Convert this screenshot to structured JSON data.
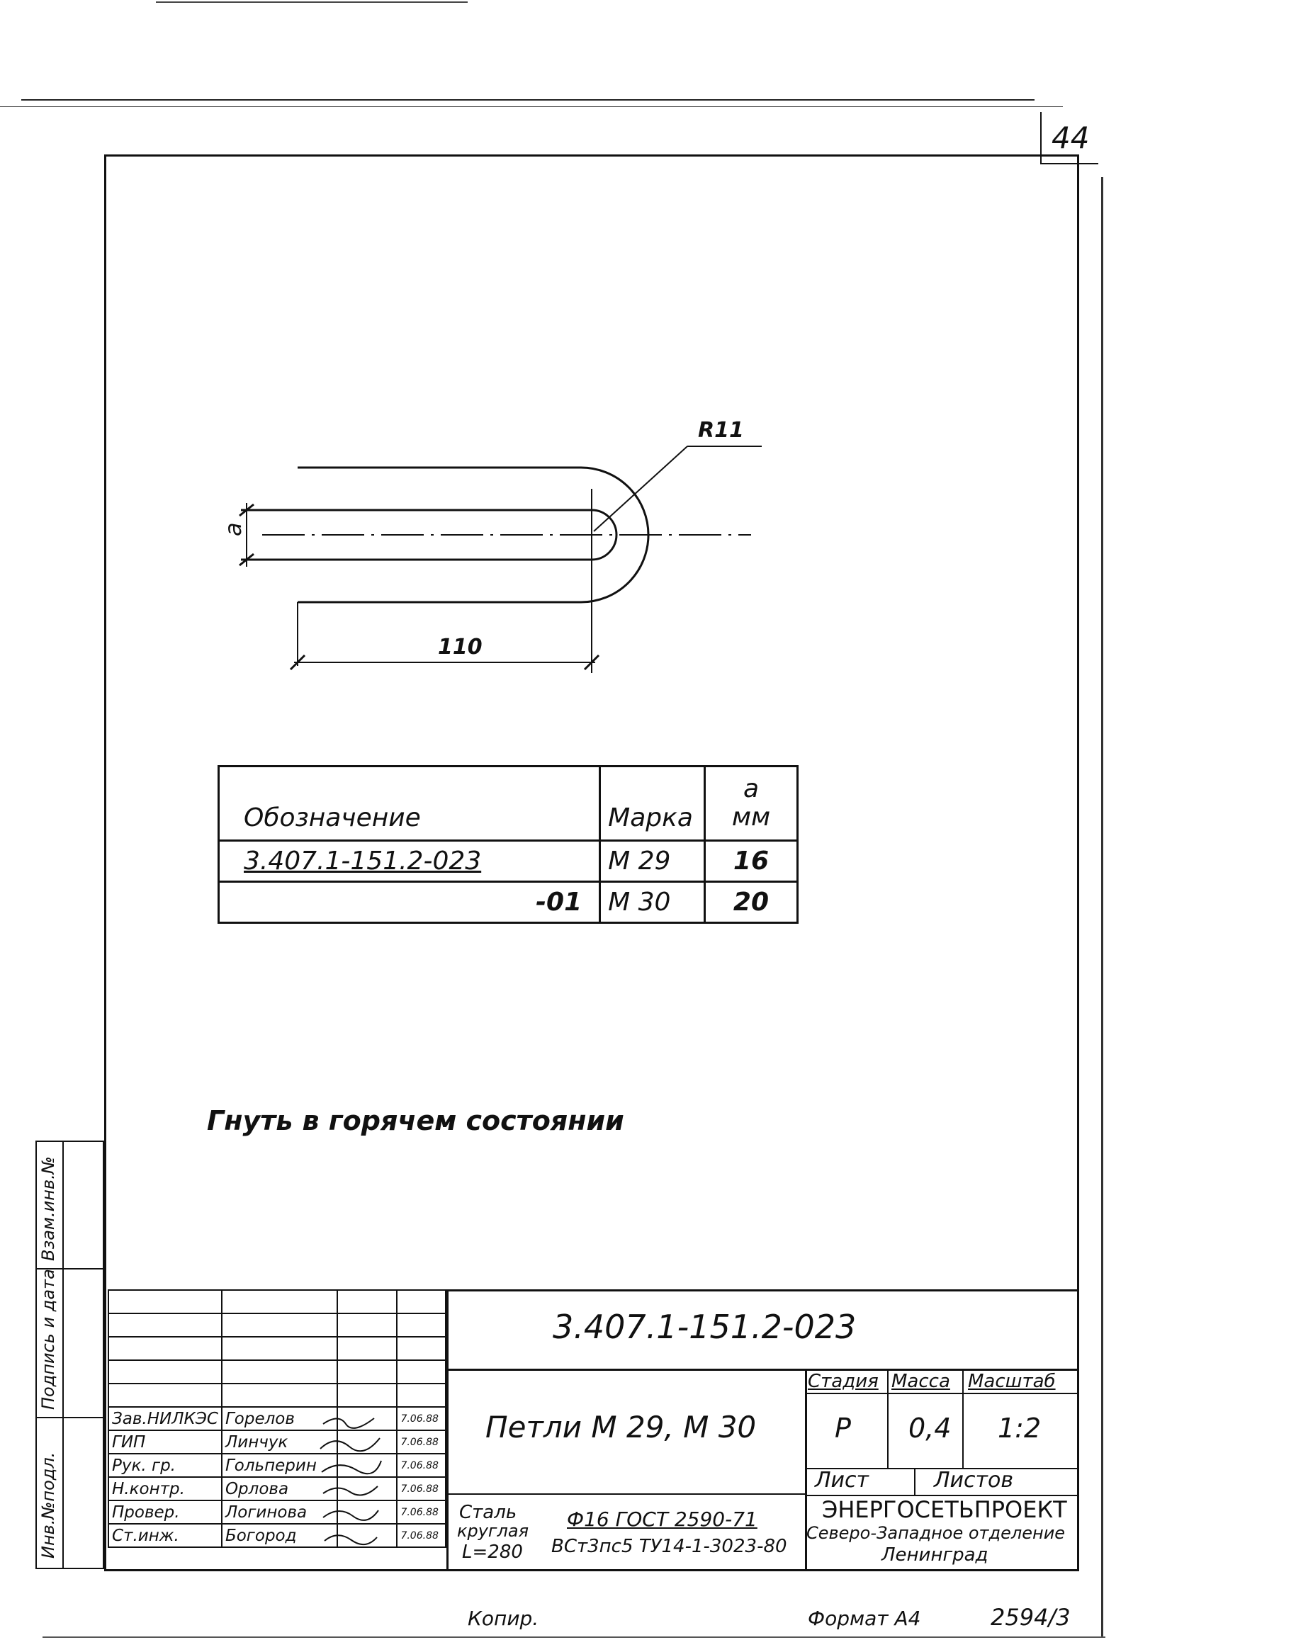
{
  "sheet_number": "44",
  "drawing": {
    "radius_label": "R11",
    "length_label": "110",
    "gap_label": "a"
  },
  "spec_table": {
    "headers": {
      "designation": "Обозначение",
      "mark": "Марка",
      "a": "a",
      "unit": "мм"
    },
    "rows": [
      {
        "designation": "3.407.1-151.2-023",
        "mark": "М 29",
        "a": "16"
      },
      {
        "designation": "-01",
        "mark": "М 30",
        "a": "20"
      }
    ]
  },
  "note": "Гнуть в горячем состоянии",
  "title_block": {
    "doc_code": "3.407.1-151.2-023",
    "title": "Петли М 29, М 30",
    "stage_label": "Стадия",
    "mass_label": "Масса",
    "scale_label": "Масштаб",
    "stage": "Р",
    "mass": "0,4",
    "scale": "1:2",
    "sheet_label": "Лист",
    "sheets_label": "Листов",
    "material_1": "Сталь",
    "material_2": "круглая",
    "material_3": "L=280",
    "material_spec_1": "Ф16 ГОСТ 2590-71",
    "material_spec_2": "ВСт3пс5 ТУ14-1-3023-80",
    "org_1": "ЭНЕРГОСЕТЬПРОЕКТ",
    "org_2": "Северо-Западное отделение",
    "org_3": "Ленинград",
    "signers": [
      {
        "role": "Зав.НИЛКЭС",
        "name": "Горелов",
        "date": "7.06.88"
      },
      {
        "role": "ГИП",
        "name": "Линчук",
        "date": "7.06.88"
      },
      {
        "role": "Рук. гр.",
        "name": "Гольперин",
        "date": "7.06.88"
      },
      {
        "role": "Н.контр.",
        "name": "Орлова",
        "date": "7.06.88"
      },
      {
        "role": "Провер.",
        "name": "Логинова",
        "date": "7.06.88"
      },
      {
        "role": "Ст.инж.",
        "name": "Богород",
        "date": "7.06.88"
      }
    ]
  },
  "side_stamp": {
    "inv_podl": "Инв.№подл.",
    "podpis_data": "Подпись и дата",
    "vzam_inv": "Взам.инв.№"
  },
  "footer": {
    "copy": "Копир.",
    "format": "Формат А4",
    "archive": "2594/3"
  }
}
